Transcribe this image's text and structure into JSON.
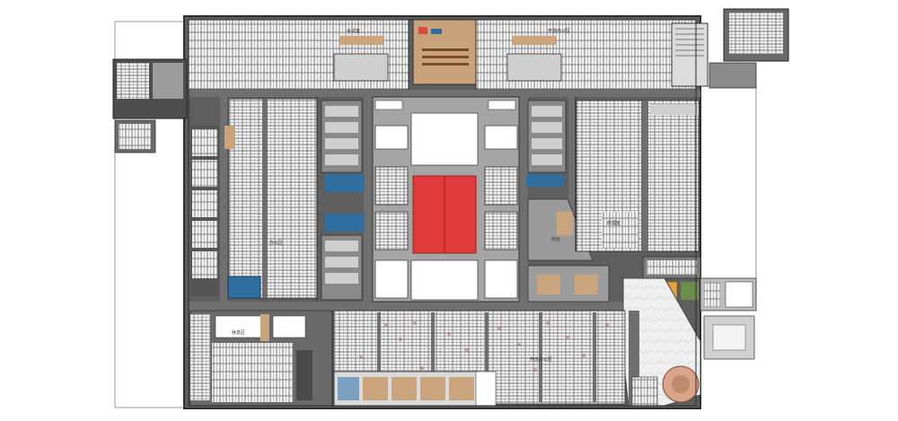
{
  "labels": {
    "room_1": "办公区",
    "room_2": "会议室",
    "room_3": "经理室",
    "room_4": "前台",
    "room_5": "开放办公区",
    "room_6": "休息区",
    "room_7": "开放办公区"
  },
  "colors": {
    "corridor": "#6f6f6f",
    "wall": "#3a3a3a",
    "desk": "#f4f4f4",
    "carpet": "#b8b8b8",
    "red_hall": "#e23b3b",
    "blue_block": "#2f6e9e",
    "orange_accent": "#e8a13a",
    "marble": "#ececec"
  },
  "icons": {
    "stair": "stair-icon",
    "plant": "plant-icon",
    "round_table": "round-table-icon"
  }
}
